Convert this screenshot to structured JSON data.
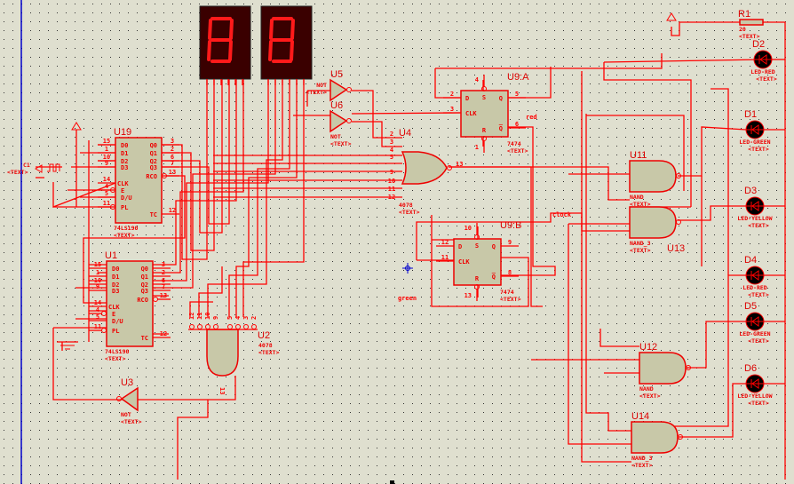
{
  "colors": {
    "background": "#dfdfcf",
    "wire": "#ff0000",
    "component_body": "#c8c8a8",
    "led_body": "#000000",
    "margin_line": "#0000cc",
    "display_bg": "#3a0000",
    "display_segment": "#ff1a1a"
  },
  "text_placeholder": "<TEXT>",
  "displays": [
    {
      "id": "display-left",
      "digit": "8"
    },
    {
      "id": "display-right",
      "digit": "8"
    }
  ],
  "counters": [
    {
      "ref": "U19",
      "part": "74LS190",
      "text": "<TEXT>",
      "left_pins": [
        {
          "num": "15",
          "name": "D0"
        },
        {
          "num": "1",
          "name": "D1"
        },
        {
          "num": "10",
          "name": "D2"
        },
        {
          "num": "9",
          "name": "D3"
        },
        {
          "num": "14",
          "name": "CLK"
        },
        {
          "num": "4",
          "name": "E"
        },
        {
          "num": "5",
          "name": "D/U"
        },
        {
          "num": "11",
          "name": "PL"
        }
      ],
      "right_pins": [
        {
          "num": "3",
          "name": "Q0"
        },
        {
          "num": "2",
          "name": "Q1"
        },
        {
          "num": "6",
          "name": "Q2"
        },
        {
          "num": "7",
          "name": "Q3"
        },
        {
          "num": "13",
          "name": "RCO"
        },
        {
          "num": "12",
          "name": "TC"
        }
      ]
    },
    {
      "ref": "U1",
      "part": "74LS190",
      "text": "<TEXT>",
      "left_pins": [
        {
          "num": "15",
          "name": "D0"
        },
        {
          "num": "1",
          "name": "D1"
        },
        {
          "num": "10",
          "name": "D2"
        },
        {
          "num": "9",
          "name": "D3"
        },
        {
          "num": "14",
          "name": "CLK"
        },
        {
          "num": "4",
          "name": "E"
        },
        {
          "num": "5",
          "name": "D/U"
        },
        {
          "num": "11",
          "name": "PL"
        }
      ],
      "right_pins": [
        {
          "num": "3",
          "name": "Q0"
        },
        {
          "num": "2",
          "name": "Q1"
        },
        {
          "num": "6",
          "name": "Q2"
        },
        {
          "num": "7",
          "name": "Q3"
        },
        {
          "num": "13",
          "name": "RCO"
        },
        {
          "num": "12",
          "name": "TC"
        }
      ]
    }
  ],
  "flipflops": [
    {
      "ref": "U9:A",
      "part": "7474",
      "text": "<TEXT>",
      "pins": {
        "d": "2",
        "clk": "3",
        "q": "5",
        "qn": "6",
        "s": "4",
        "r": "1"
      },
      "names": {
        "d": "D",
        "clk": "CLK",
        "q": "Q",
        "qn": "Q̅",
        "s": "S",
        "r": "R"
      }
    },
    {
      "ref": "U9:B",
      "part": "7474",
      "text": "<TEXT>",
      "pins": {
        "d": "12",
        "clk": "11",
        "q": "9",
        "qn": "8",
        "s": "10",
        "r": "13"
      },
      "names": {
        "d": "D",
        "clk": "CLK",
        "q": "Q",
        "qn": "Q̅",
        "s": "S",
        "r": "R"
      }
    }
  ],
  "inverters": [
    {
      "ref": "U5",
      "part": "NOT",
      "text": "<TEXT>"
    },
    {
      "ref": "U6",
      "part": "NOT",
      "text": "<TEXT>"
    },
    {
      "ref": "U3",
      "part": "NOT",
      "text": "<TEXT>"
    }
  ],
  "or_gate": {
    "ref": "U4",
    "part": "4078",
    "text": "<TEXT>",
    "inputs": [
      "2",
      "3",
      "4",
      "5",
      "9",
      "10",
      "11",
      "12"
    ],
    "output": "13"
  },
  "and_gate": {
    "ref": "U2",
    "part": "4078",
    "text": "<TEXT>",
    "inputs": [
      "12",
      "11",
      "10",
      "9",
      "5",
      "4",
      "3",
      "2"
    ],
    "output": "13"
  },
  "nand_gates": [
    {
      "ref": "U11",
      "part": "NAND",
      "text": "<TEXT>"
    },
    {
      "ref": "U13",
      "part": "NAND_3",
      "text": "<TEXT>"
    },
    {
      "ref": "U12",
      "part": "NAND",
      "text": "<TEXT>"
    },
    {
      "ref": "U14",
      "part": "NAND_3",
      "text": "<TEXT>"
    }
  ],
  "leds": [
    {
      "ref": "D2",
      "part": "LED-RED",
      "text": "<TEXT>"
    },
    {
      "ref": "D1",
      "part": "LED-GREEN",
      "text": "<TEXT>"
    },
    {
      "ref": "D3",
      "part": "LED-YELLOW",
      "text": "<TEXT>"
    },
    {
      "ref": "D4",
      "part": "LED-RED",
      "text": "<TEXT>"
    },
    {
      "ref": "D5",
      "part": "LED-GREEN",
      "text": "<TEXT>"
    },
    {
      "ref": "D6",
      "part": "LED-YELLOW",
      "text": "<TEXT>"
    }
  ],
  "resistor": {
    "ref": "R1",
    "value": "20",
    "text": "<TEXT>"
  },
  "clock_source": {
    "ref": "C1",
    "text": "<TEXT>"
  },
  "net_labels": {
    "red": "red",
    "green": "green",
    "clock": "clock"
  }
}
